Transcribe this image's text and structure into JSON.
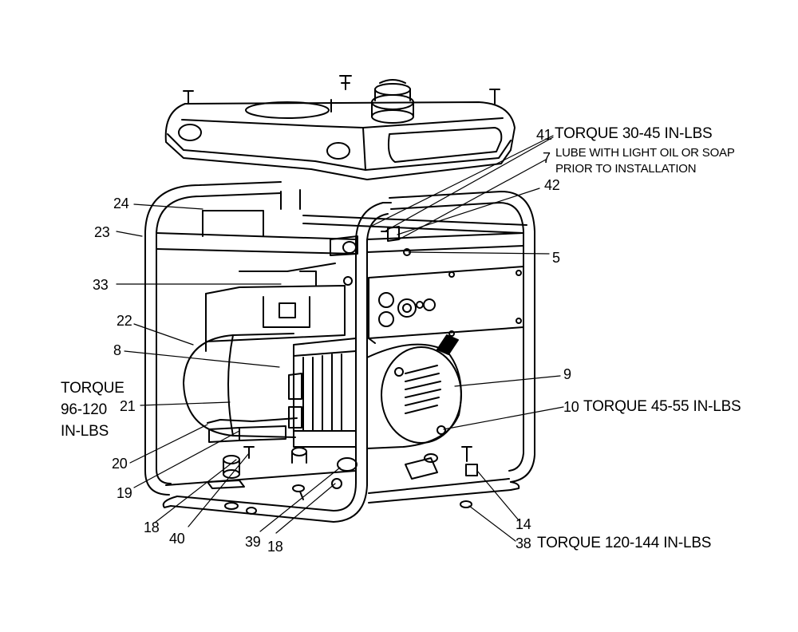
{
  "diagram": {
    "callouts": {
      "c41": "41",
      "c7": "7",
      "c42": "42",
      "c5": "5",
      "c24": "24",
      "c23": "23",
      "c33": "33",
      "c22": "22",
      "c8": "8",
      "c9": "9",
      "c10": "10",
      "c21": "21",
      "c20": "20",
      "c19": "19",
      "c18a": "18",
      "c40": "40",
      "c39": "39",
      "c18b": "18",
      "c14": "14",
      "c38": "38"
    },
    "notes": {
      "torque_41": "TORQUE 30-45 IN-LBS",
      "lube_7_line1": "LUBE WITH LIGHT OIL OR SOAP",
      "lube_7_line2": "PRIOR TO INSTALLATION",
      "torque_10": "TORQUE 45-55 IN-LBS",
      "torque_left_line1": "TORQUE",
      "torque_left_line2": "96-120",
      "torque_left_line3": "IN-LBS",
      "torque_38": "TORQUE 120-144 IN-LBS"
    }
  }
}
